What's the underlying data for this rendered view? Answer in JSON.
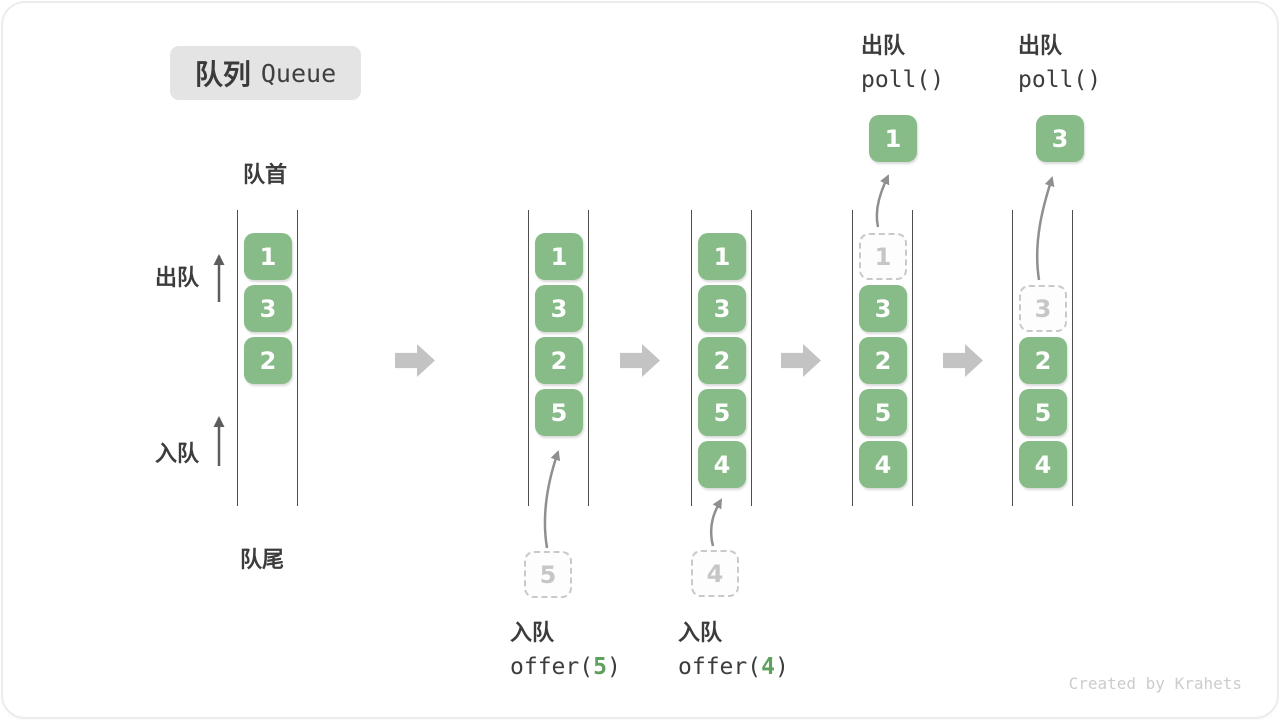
{
  "title": {
    "zh": "队列",
    "en": "Queue"
  },
  "side_labels": {
    "front": "队首",
    "rear": "队尾",
    "dequeue": "出队",
    "enqueue": "入队"
  },
  "colors": {
    "cell_green": "#87BB87",
    "dashed_gray": "#C9C9C9",
    "arg_green": "#5FA05F",
    "block_arrow_gray": "#C3C3C3",
    "title_bg": "#E4E4E4"
  },
  "states": [
    {
      "cells": [
        "1",
        "3",
        "2"
      ]
    },
    {
      "cells": [
        "1",
        "3",
        "2",
        "5"
      ],
      "incoming": "5",
      "op": {
        "zh": "入队",
        "code_pre": "offer(",
        "arg": "5",
        "code_post": ")"
      }
    },
    {
      "cells": [
        "1",
        "3",
        "2",
        "5",
        "4"
      ],
      "incoming": "4",
      "op": {
        "zh": "入队",
        "code_pre": "offer(",
        "arg": "4",
        "code_post": ")"
      }
    },
    {
      "cells": [
        "3",
        "2",
        "5",
        "4"
      ],
      "removed": "1",
      "extracted": "1",
      "op": {
        "zh": "出队",
        "code": "poll()"
      }
    },
    {
      "cells": [
        "2",
        "5",
        "4"
      ],
      "removed": "3",
      "extracted": "3",
      "op": {
        "zh": "出队",
        "code": "poll()"
      }
    }
  ],
  "watermark": "Created by Krahets"
}
